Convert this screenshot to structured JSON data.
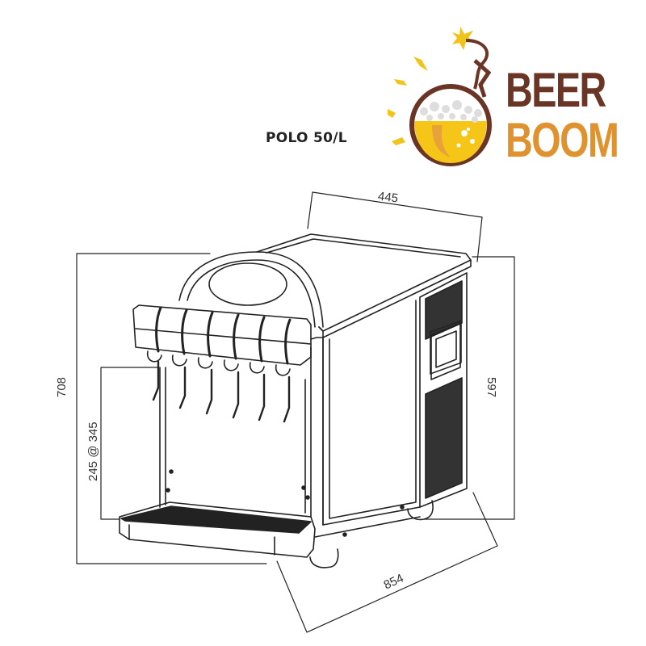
{
  "header": {
    "model_name": "POLO 50/L"
  },
  "logo": {
    "line1": "BEER",
    "line2": "BOOM",
    "colors": {
      "brown": "#6b3526",
      "orange": "#e0922e",
      "yellow": "#f5c518",
      "foam": "#e8e8e8"
    }
  },
  "drawing": {
    "subject": "6-tap beverage dispenser with drip tray",
    "taps_count": 6,
    "line_color": "#222222"
  },
  "dimensions": {
    "depth": "445",
    "total_height": "708",
    "tap_clearance": "245 @ 345",
    "body_height": "597",
    "width": "854"
  }
}
